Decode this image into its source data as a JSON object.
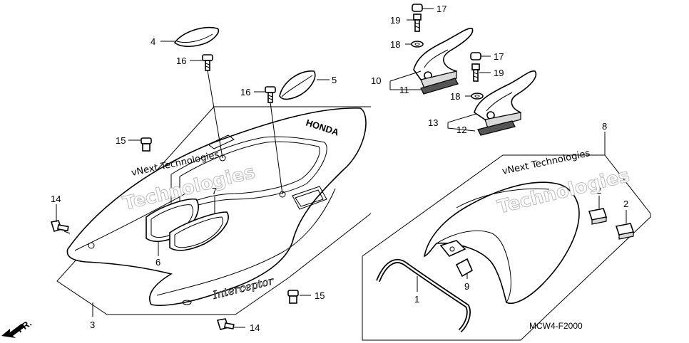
{
  "diagram_code": "MCW4-F2000",
  "direction_mark": "FR.",
  "watermarks": {
    "left_small": "vNext Technologies",
    "left_big": "Technologies",
    "right_small": "vNext Technologies",
    "right_big": "Technologies"
  },
  "cover_badge": "HONDA",
  "cover_script": "Interceptor",
  "callouts": {
    "c1": "1",
    "c2a": "2",
    "c2b": "2",
    "c3": "3",
    "c4": "4",
    "c5": "5",
    "c6": "6",
    "c7": "7",
    "c8": "8",
    "c9": "9",
    "c10": "10",
    "c11": "11",
    "c12": "12",
    "c13": "13",
    "c14a": "14",
    "c14b": "14",
    "c15a": "15",
    "c15b": "15",
    "c16a": "16",
    "c16b": "16",
    "c17a": "17",
    "c17b": "17",
    "c18a": "18",
    "c18b": "18",
    "c19a": "19",
    "c19b": "19"
  }
}
